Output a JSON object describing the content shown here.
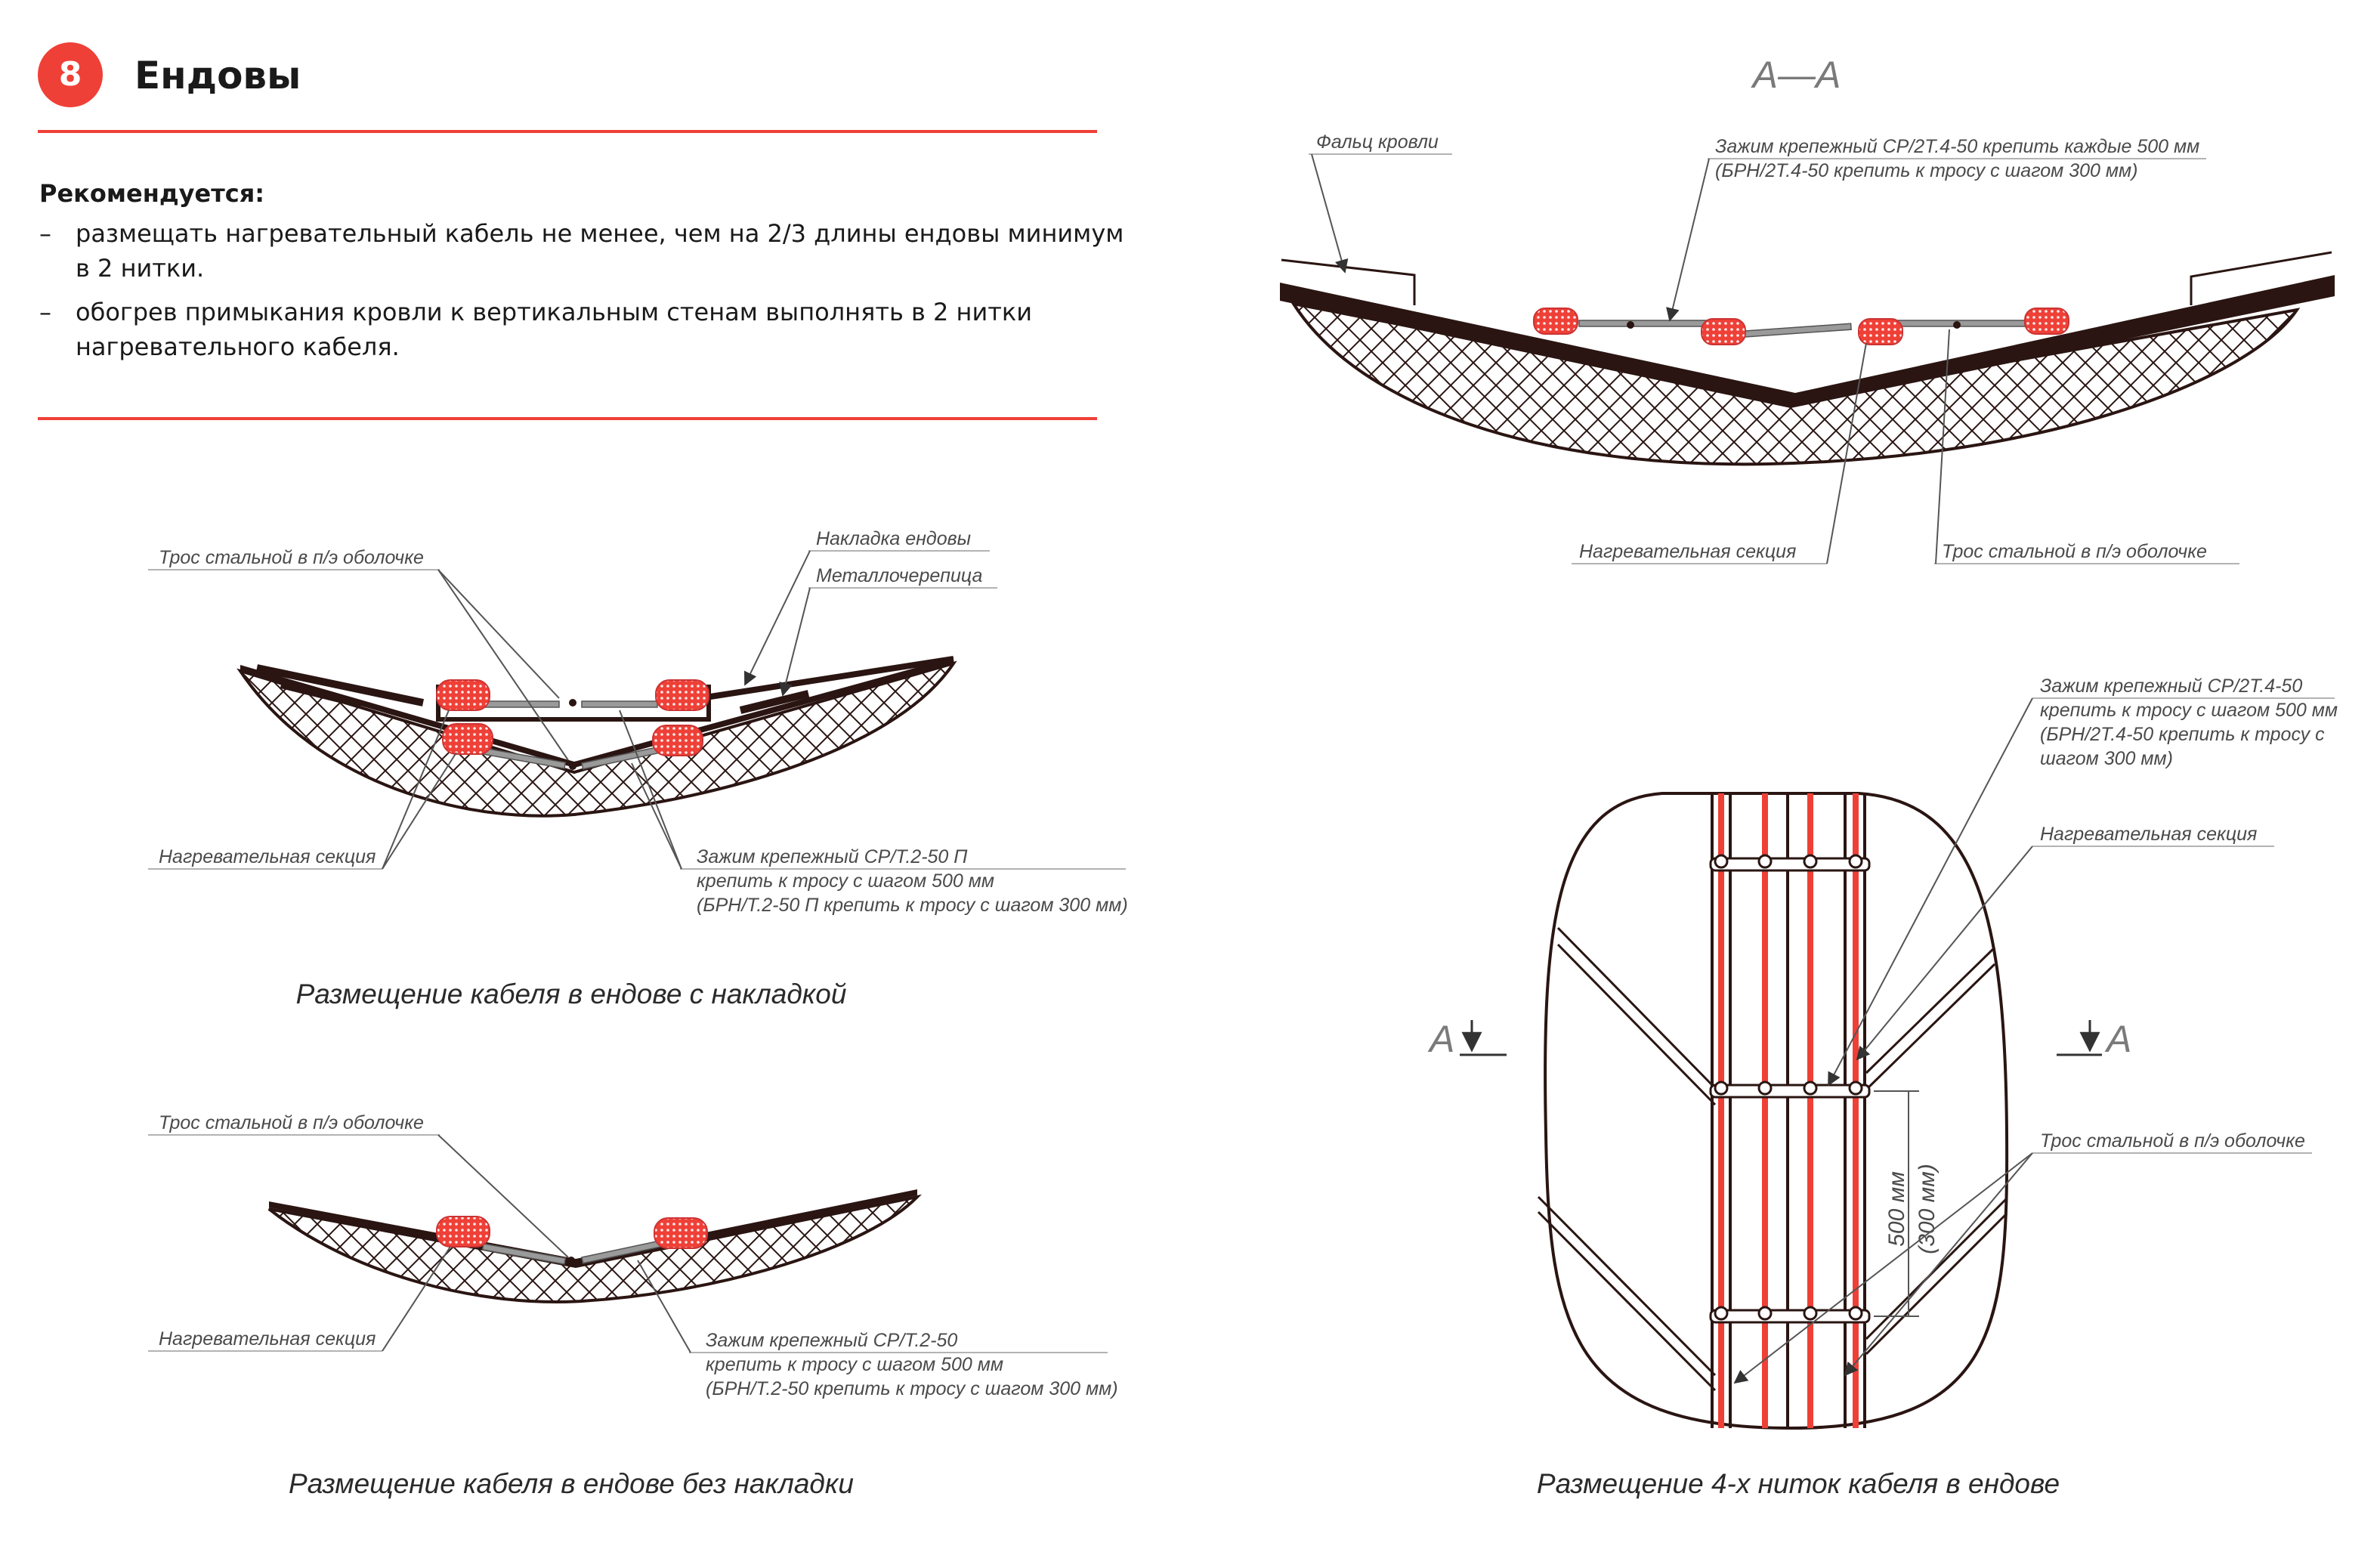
{
  "header": {
    "number": "8",
    "title": "Ендовы"
  },
  "recommend": {
    "heading": "Рекомендуется:",
    "dash": "–",
    "items": [
      "размещать нагревательный кабель не менее, чем на 2/3 длины ендовы минимум в 2 нитки.",
      "обогрев примыкания кровли к вертикальным стенам выполнять в 2 нитки нагревательного кабеля."
    ]
  },
  "diagram1": {
    "labels": {
      "tros": "Трос стальной в п/э оболочке",
      "nakladka": "Накладка ендовы",
      "metall": "Металлочерепица",
      "nagrev": "Нагревательная секция",
      "zazhim_1": "Зажим крепежный СР/Т.2-50 П",
      "zazhim_2": "крепить к тросу с шагом 500 мм",
      "zazhim_3": "(БРН/Т.2-50 П крепить к тросу с шагом 300 мм)"
    },
    "caption": "Размещение кабеля в ендове с накладкой"
  },
  "diagram2": {
    "labels": {
      "tros": "Трос стальной в п/э оболочке",
      "nagrev": "Нагревательная секция",
      "zazhim_1": "Зажим крепежный СР/Т.2-50",
      "zazhim_2": "крепить к тросу с шагом 500 мм",
      "zazhim_3": "(БРН/Т.2-50 крепить к тросу с шагом 300 мм)"
    },
    "caption": "Размещение кабеля в ендове без накладки"
  },
  "diagram3": {
    "section": "А—А",
    "labels": {
      "falc": "Фальц кровли",
      "zazhim_1": "Зажим крепежный СР/2Т.4-50 крепить каждые 500 мм",
      "zazhim_2": "(БРН/2Т.4-50 крепить к тросу с шагом 300 мм)",
      "nagrev": "Нагревательная секция",
      "tros": "Трос стальной в п/э оболочке"
    }
  },
  "diagram4": {
    "labels": {
      "zazhim_1": "Зажим крепежный СР/2Т.4-50",
      "zazhim_2": "крепить к тросу с шагом 500 мм",
      "zazhim_3": "(БРН/2Т.4-50 крепить к тросу с",
      "zazhim_4": "шагом 300 мм)",
      "nagrev": "Нагревательная секция",
      "tros": "Трос стальной в п/э оболочке",
      "section_left": "А",
      "section_right": "А",
      "dim_1": "500 мм",
      "dim_2": "(300 мм)"
    },
    "caption": "Размещение 4-х ниток кабеля в ендове"
  },
  "colors": {
    "accent": "#ef4037",
    "roof": "#2a1512",
    "cable": "#ef4037"
  }
}
